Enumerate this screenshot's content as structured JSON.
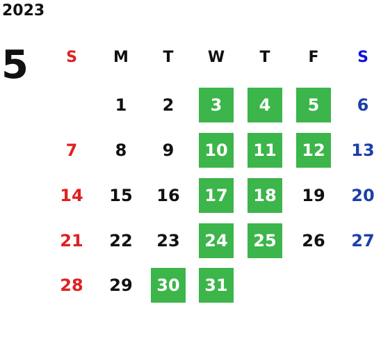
{
  "calendar": {
    "year": "2023",
    "month": "5",
    "weekdays": [
      "S",
      "M",
      "T",
      "W",
      "T",
      "F",
      "S"
    ],
    "highlight_color": "#3cb54a",
    "sunday_color": "#e02020",
    "saturday_color": "#1e3fa8",
    "weeks": [
      [
        "",
        "1",
        "2",
        "3",
        "4",
        "5",
        "6"
      ],
      [
        "7",
        "8",
        "9",
        "10",
        "11",
        "12",
        "13"
      ],
      [
        "14",
        "15",
        "16",
        "17",
        "18",
        "19",
        "20"
      ],
      [
        "21",
        "22",
        "23",
        "24",
        "25",
        "26",
        "27"
      ],
      [
        "28",
        "29",
        "30",
        "31",
        "",
        "",
        ""
      ]
    ],
    "highlighted_days": [
      "3",
      "4",
      "5",
      "10",
      "11",
      "12",
      "17",
      "18",
      "24",
      "25",
      "30",
      "31"
    ]
  }
}
